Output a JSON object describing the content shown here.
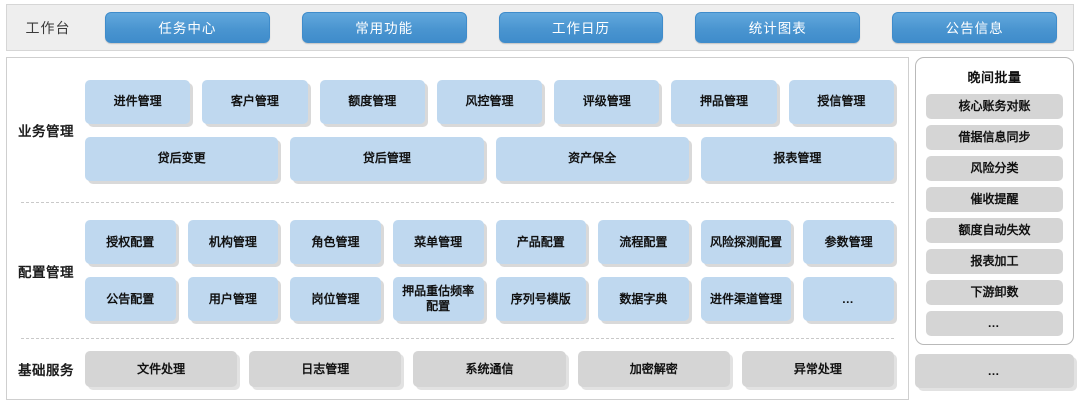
{
  "header": {
    "workbench_label": "工作台",
    "tabs": [
      {
        "label": "任务中心"
      },
      {
        "label": "常用功能"
      },
      {
        "label": "工作日历"
      },
      {
        "label": "统计图表"
      },
      {
        "label": "公告信息"
      }
    ],
    "tab_color": "#4a95d0",
    "bar_background": "#eeeeee"
  },
  "bands": [
    {
      "label": "业务管理",
      "rows": [
        [
          "进件管理",
          "客户管理",
          "额度管理",
          "风控管理",
          "评级管理",
          "押品管理",
          "授信管理"
        ],
        [
          "贷后变更",
          "贷后管理",
          "资产保全",
          "报表管理"
        ]
      ],
      "tile_color": "#bfd8ef"
    },
    {
      "label": "配置管理",
      "rows": [
        [
          "授权配置",
          "机构管理",
          "角色管理",
          "菜单管理",
          "产品配置",
          "流程配置",
          "风险探测配置",
          "参数管理"
        ],
        [
          "公告配置",
          "用户管理",
          "岗位管理",
          "押品重估频率配置",
          "序列号模版",
          "数据字典",
          "进件渠道管理",
          "…"
        ]
      ],
      "tile_color": "#bfd8ef"
    },
    {
      "label": "基础服务",
      "rows": [
        [
          "文件处理",
          "日志管理",
          "系统通信",
          "加密解密",
          "异常处理"
        ]
      ],
      "tile_color": "#d5d5d5"
    }
  ],
  "right_panel": {
    "title": "晚间批量",
    "items": [
      "核心账务对账",
      "借据信息同步",
      "风险分类",
      "催收提醒",
      "额度自动失效",
      "报表加工",
      "下游卸数",
      "…"
    ],
    "more_label": "…",
    "tile_color": "#d5d5d5"
  }
}
